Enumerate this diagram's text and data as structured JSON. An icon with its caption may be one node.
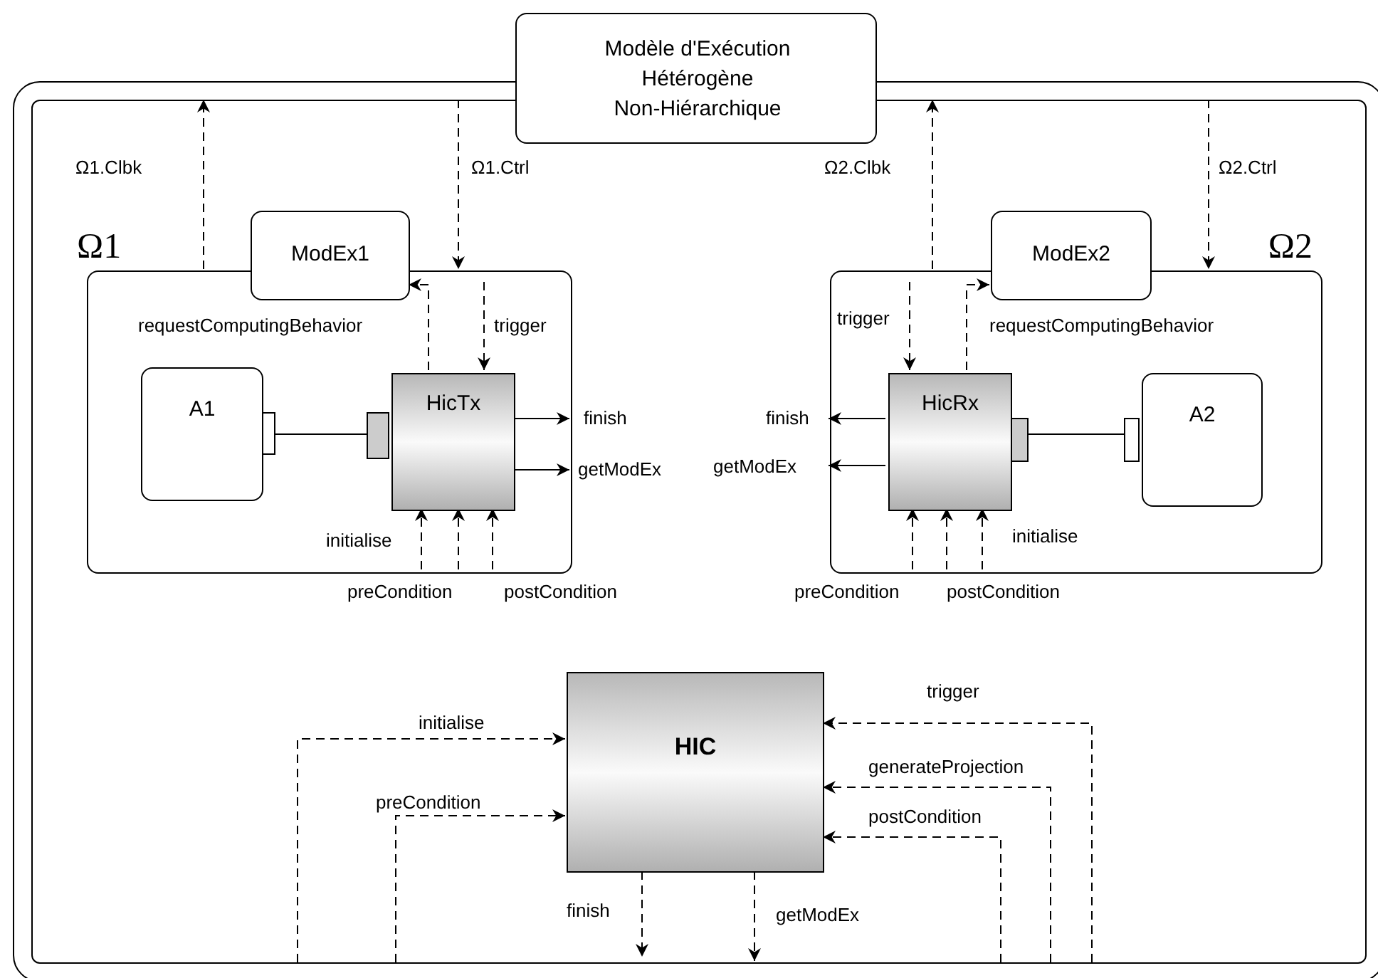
{
  "diagram": {
    "nodes": [
      {
        "text": [
          "Modèle d'Exécution Hétérogène Non-Hiérarchique"
        ]
      },
      {
        "text": [],
        "shape": "box"
      },
      {
        "text": [
          "Ω1"
        ],
        "in": 1
      },
      {
        "text": [
          "ModEx1"
        ],
        "in": 1
      },
      {
        "text": [
          "A1"
        ],
        "in": 2
      },
      {
        "text": [
          "HicTx"
        ],
        "in": 2
      },
      {
        "text": [
          "Ω2"
        ],
        "in": 1
      },
      {
        "text": [
          "ModEx2"
        ],
        "in": 1
      },
      {
        "text": [
          "HicRx"
        ],
        "in": 6
      },
      {
        "text": [
          "A2"
        ],
        "in": 6
      },
      {
        "text": [
          "HIC"
        ],
        "in": 1
      }
    ],
    "edges": [
      {
        "from": 2,
        "to": 1,
        "arrow": "to",
        "label": "Ω1.Clbk",
        "style": "dashed"
      },
      {
        "from": 1,
        "to": 2,
        "arrow": "to",
        "label": "Ω1.Ctrl",
        "style": "dashed"
      },
      {
        "from": 5,
        "to": 3,
        "arrow": "to",
        "label": "requestComputingBehavior",
        "style": "dashed"
      },
      {
        "from": null,
        "to": 5,
        "arrow": "to",
        "label": "trigger",
        "style": "dashed"
      },
      {
        "from": 5,
        "to": null,
        "arrow": "to",
        "label": "finish"
      },
      {
        "from": 5,
        "to": null,
        "arrow": "to",
        "label": "getModEx"
      },
      {
        "from": null,
        "to": 5,
        "arrow": "to",
        "label": "initialise",
        "style": "dashed"
      },
      {
        "from": null,
        "to": 5,
        "arrow": "to",
        "label": "preCondition",
        "style": "dashed"
      },
      {
        "from": null,
        "to": 5,
        "arrow": "to",
        "label": "postCondition",
        "style": "dashed"
      },
      {
        "from": 4,
        "to": 5,
        "arrow": "none"
      },
      {
        "from": 6,
        "to": 1,
        "arrow": "to",
        "label": "Ω2.Clbk",
        "style": "dashed"
      },
      {
        "from": 1,
        "to": 6,
        "arrow": "to",
        "label": "Ω2.Ctrl",
        "style": "dashed"
      },
      {
        "from": 8,
        "to": 7,
        "arrow": "to",
        "label": "requestComputingBehavior",
        "style": "dashed"
      },
      {
        "from": null,
        "to": 8,
        "arrow": "to",
        "label": "trigger",
        "style": "dashed"
      },
      {
        "from": 8,
        "to": null,
        "arrow": "to",
        "label": "finish"
      },
      {
        "from": 8,
        "to": null,
        "arrow": "to",
        "label": "getModEx"
      },
      {
        "from": null,
        "to": 8,
        "arrow": "to",
        "label": "preCondition",
        "style": "dashed"
      },
      {
        "from": null,
        "to": 8,
        "arrow": "to",
        "label": "postCondition",
        "style": "dashed"
      },
      {
        "from": null,
        "to": 8,
        "arrow": "to",
        "label": "initialise",
        "style": "dashed"
      },
      {
        "from": 9,
        "to": 8,
        "arrow": "none"
      },
      {
        "from": null,
        "to": 10,
        "arrow": "to",
        "label": "initialise",
        "style": "dashed"
      },
      {
        "from": null,
        "to": 10,
        "arrow": "to",
        "label": "preCondition",
        "style": "dashed"
      },
      {
        "from": null,
        "to": 10,
        "arrow": "to",
        "label": "trigger",
        "style": "dashed"
      },
      {
        "from": null,
        "to": 10,
        "arrow": "to",
        "label": "generateProjection",
        "style": "dashed"
      },
      {
        "from": null,
        "to": 10,
        "arrow": "to",
        "label": "postCondition",
        "style": "dashed"
      },
      {
        "from": 10,
        "to": null,
        "arrow": "to",
        "label": "finish",
        "style": "dashed"
      },
      {
        "from": 10,
        "to": null,
        "arrow": "to",
        "label": "getModEx",
        "style": "dashed"
      }
    ]
  }
}
